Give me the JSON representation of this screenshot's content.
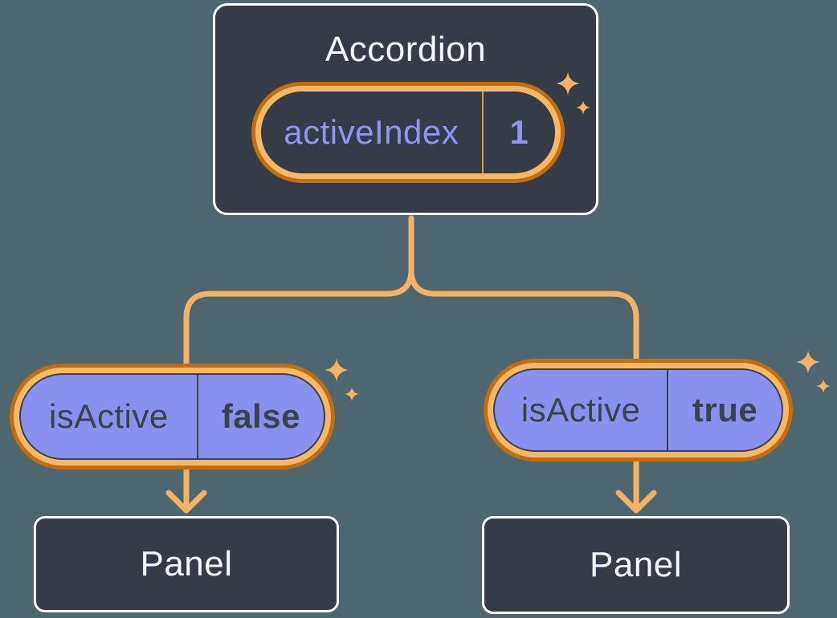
{
  "accordion": {
    "title": "Accordion",
    "state_pill": {
      "name": "activeIndex",
      "value": "1"
    }
  },
  "branches": [
    {
      "prop_pill": {
        "name": "isActive",
        "value": "false"
      },
      "panel": {
        "label": "Panel"
      }
    },
    {
      "prop_pill": {
        "name": "isActive",
        "value": "true"
      },
      "panel": {
        "label": "Panel"
      }
    }
  ],
  "icons": {
    "sparkle": "sparkle-icon",
    "arrow": "arrow-down-connector"
  },
  "colors": {
    "background": "#4D6670",
    "card_fill": "#353B47",
    "card_border": "#FFFFFF",
    "text_light": "#F6F7F8",
    "text_dark": "#3B424F",
    "purple_fill": "#8A90EE",
    "purple_text": "#9096F0",
    "orange_line": "#F4B266",
    "orange_band": "#F6B767",
    "orange_ring_dark": "#C26D12"
  }
}
